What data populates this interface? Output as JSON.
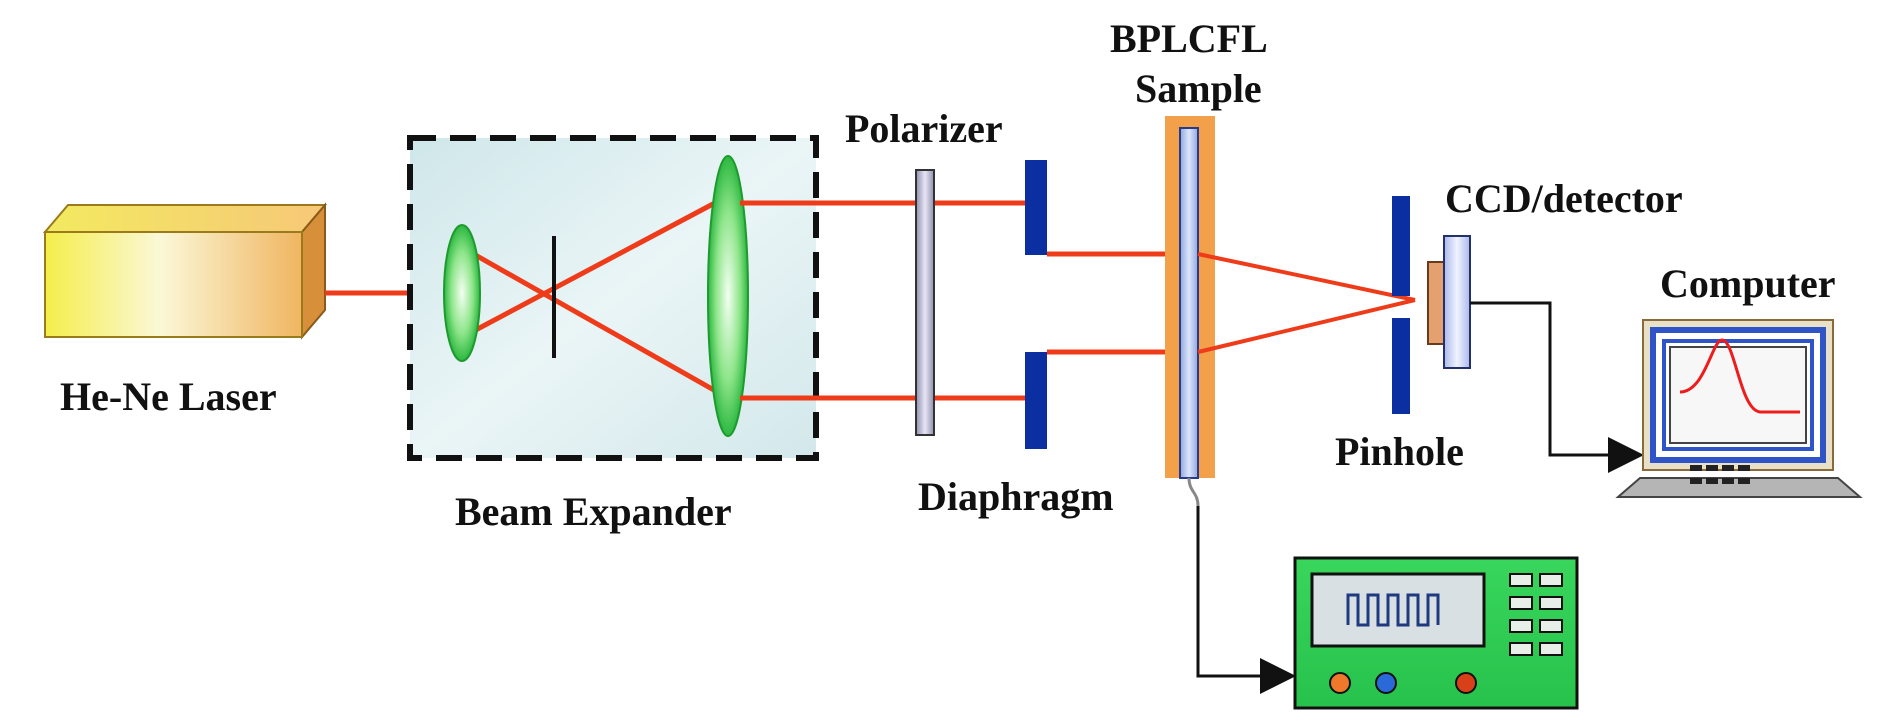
{
  "labels": {
    "laser": "He-Ne Laser",
    "beam_expander": "Beam Expander",
    "polarizer": "Polarizer",
    "diaphragm": "Diaphragm",
    "sample_line1": "BPLCFL",
    "sample_line2": "Sample",
    "pinhole": "Pinhole",
    "ccd": "CCD/detector",
    "computer": "Computer"
  },
  "colors": {
    "beam": "#ee3b1a",
    "laser_body": "#f3e45a",
    "diaphragm": "#0b2ea0",
    "sample_frame": "#f2a04a",
    "lens": "#4fd35a",
    "expander_bg": "#d7ebee",
    "scope_bg": "#2fd25a"
  },
  "icons": {
    "laser": "laser-icon",
    "computer": "computer-icon",
    "oscilloscope": "oscilloscope-icon",
    "detector": "detector-icon"
  }
}
